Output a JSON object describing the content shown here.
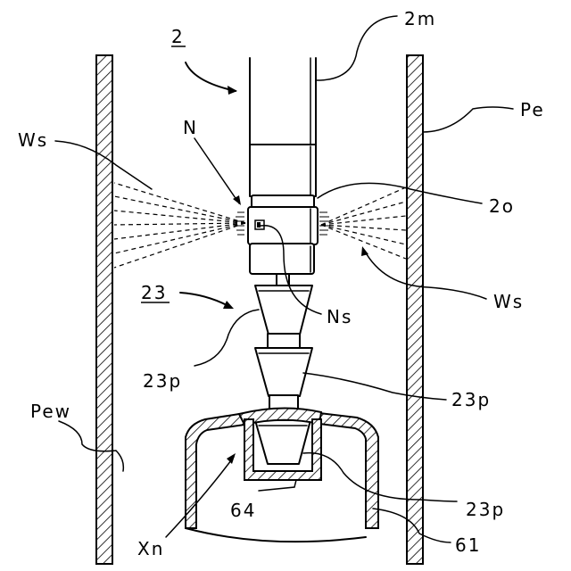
{
  "figure": {
    "labels": {
      "ref_2": "2",
      "ref_2m": "2m",
      "ref_pe": "Pe",
      "ref_n": "N",
      "ref_ws_left": "Ws",
      "ref_2o": "2o",
      "ref_ws_right": "Ws",
      "ref_23": "23",
      "ref_ns": "Ns",
      "ref_23p_a": "23p",
      "ref_23p_b": "23p",
      "ref_pew": "Pew",
      "ref_23p_c": "23p",
      "ref_64": "64",
      "ref_xn": "Xn",
      "ref_61": "61"
    }
  }
}
